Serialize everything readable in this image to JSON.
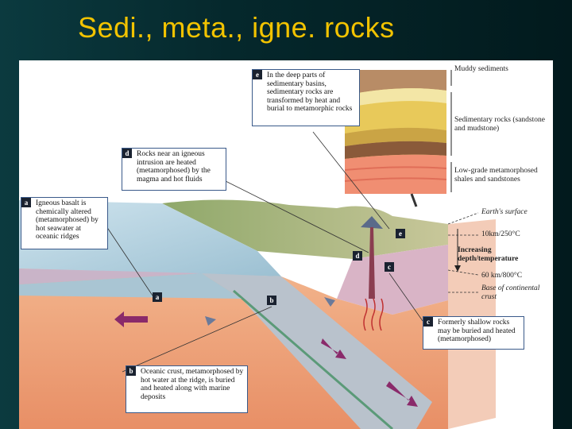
{
  "slide": {
    "title": "Sedi., meta., igne. rocks"
  },
  "diagram": {
    "callouts": {
      "a": {
        "tag": "a",
        "text": "Igneous basalt is chemically altered (metamorphosed) by hot seawater at oceanic ridges"
      },
      "b": {
        "tag": "b",
        "text": "Oceanic crust, metamorphosed by hot water at the ridge, is buried and heated along with marine deposits"
      },
      "c": {
        "tag": "c",
        "text": "Formerly shallow rocks may be buried and heated (metamorphosed)"
      },
      "d": {
        "tag": "d",
        "text": "Rocks near an igneous intrusion are heated (metamorphosed) by the magma and hot fluids"
      },
      "e": {
        "tag": "e",
        "text": "In the deep parts of sedimentary basins, sedimentary rocks are transformed by heat and burial to metamorphic rocks"
      }
    },
    "inset_labels": {
      "muddy": "Muddy sediments",
      "sedimentary": "Sedimentary rocks (sandstone and mudstone)",
      "low_grade": "Low-grade metamorphosed shales and sandstones"
    },
    "depth_labels": {
      "surface": "Earth's surface",
      "depth_10": "10km/250°C",
      "increasing": "Increasing depth/temperature",
      "depth_60": "60 km/800°C",
      "base": "Base of continental crust"
    },
    "markers": {
      "a": "a",
      "b": "b",
      "c": "c",
      "d": "d",
      "e": "e"
    }
  }
}
